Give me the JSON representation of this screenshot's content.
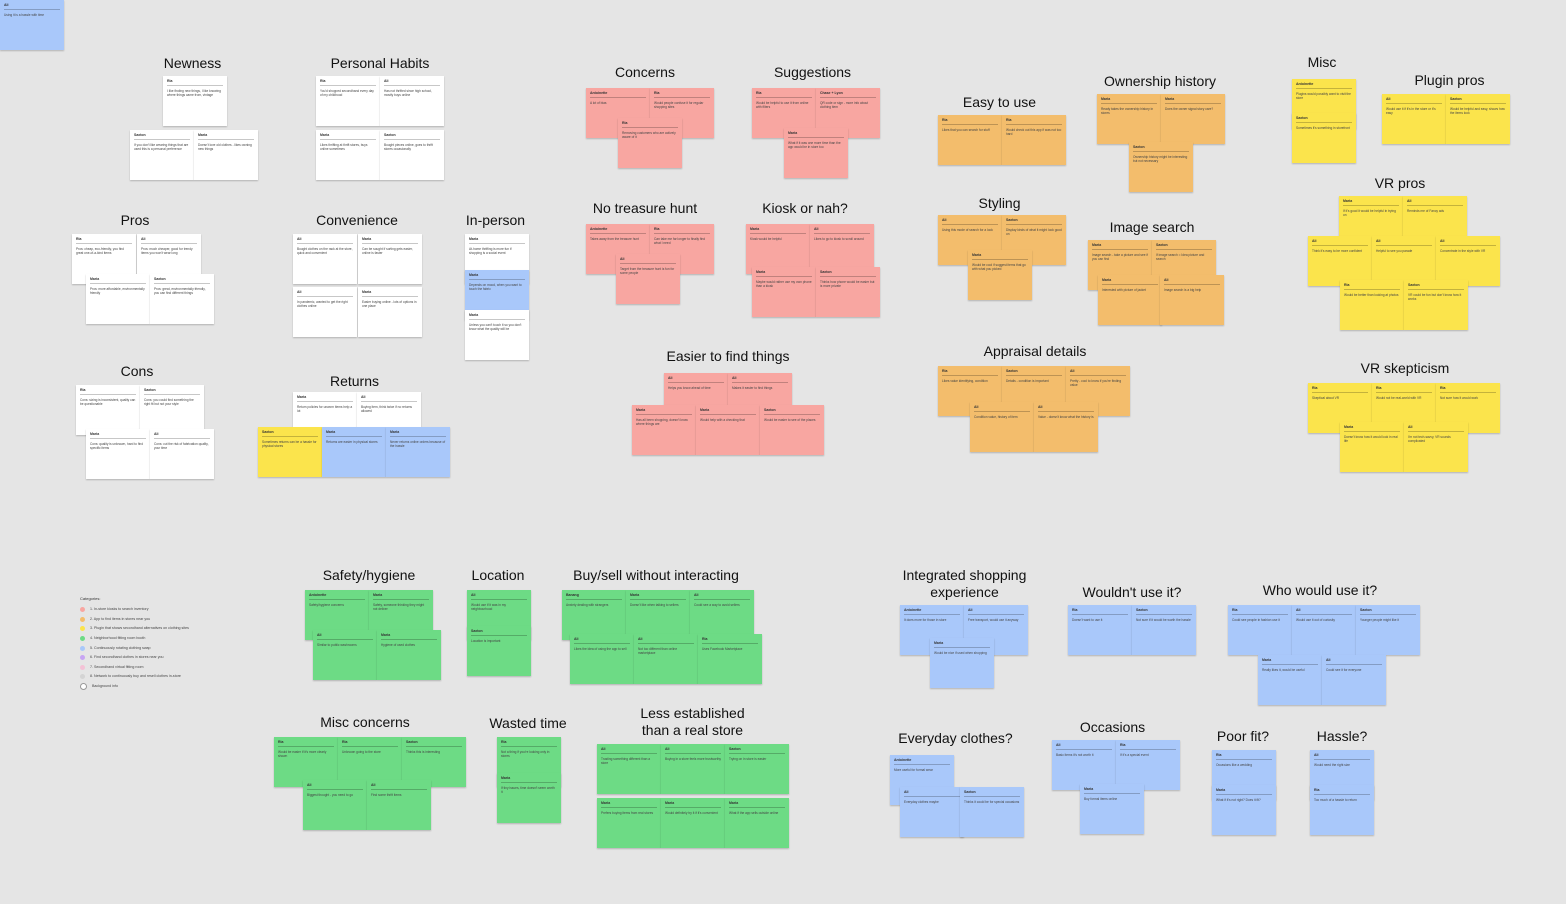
{
  "colors": {
    "canvas": "#e5e5e5",
    "white": "#ffffff",
    "red": "#f8a6a1",
    "orange": "#f3bd6c",
    "yellow": "#fbe44c",
    "green": "#6ddb85",
    "blue": "#a9c8fa"
  },
  "headings": {
    "newness": "Newness",
    "personal_habits": "Personal Habits",
    "concerns": "Concerns",
    "suggestions": "Suggestions",
    "easy_to_use": "Easy to use",
    "ownership_history": "Ownership history",
    "misc": "Misc",
    "plugin_pros": "Plugin pros",
    "pros": "Pros",
    "convenience": "Convenience",
    "in_person": "In-person",
    "no_treasure_hunt": "No treasure hunt",
    "kiosk": "Kiosk or nah?",
    "styling": "Styling",
    "image_search": "Image search",
    "vr_pros": "VR pros",
    "easier_to_find": "Easier to find things",
    "appraisal_details": "Appraisal details",
    "cons": "Cons",
    "returns": "Returns",
    "vr_skepticism": "VR skepticism",
    "safety_hygiene": "Safety/hygiene",
    "location": "Location",
    "buy_sell": "Buy/sell without interacting",
    "integrated_shopping_1": "Integrated shopping",
    "integrated_shopping_2": "experience",
    "wouldnt_use": "Wouldn't use it?",
    "who_would_use": "Who would use it?",
    "misc_concerns": "Misc concerns",
    "wasted_time": "Wasted time",
    "less_established_1": "Less established",
    "less_established_2": "than a real store",
    "everyday_clothes": "Everyday clothes?",
    "occasions": "Occasions",
    "poor_fit": "Poor fit?",
    "hassle": "Hassle?"
  },
  "notes": [
    {
      "color": "white",
      "author": "Ria",
      "body": "I like finding new things, I like knowing where things came from, vintage"
    },
    {
      "color": "white",
      "author": "Saxton",
      "body": "If you don't like wearing things that are used this is a personal preference"
    },
    {
      "color": "white",
      "author": "Maria",
      "body": "Doesn't love old clothes - likes owning new things"
    },
    {
      "color": "white",
      "author": "Ria",
      "body": "You'd shopped secondhand every day of my childhood"
    },
    {
      "color": "white",
      "author": "Ali",
      "body": "Has not thrifted since high school, mostly buys online"
    },
    {
      "color": "white",
      "author": "Maria",
      "body": "Likes thrifting at thrift stores, buys online sometimes"
    },
    {
      "color": "white",
      "author": "Saxton",
      "body": "Bought pieces online, goes to thrift stores occasionally"
    },
    {
      "color": "white",
      "author": "Ria",
      "body": "Pros: cheap, eco-friendly, you find great one-of-a-kind items"
    },
    {
      "color": "white",
      "author": "Ali",
      "body": "Pros: much cheaper, good for trendy items you won't wear long"
    },
    {
      "color": "white",
      "author": "Maria",
      "body": "Pros: more affordable, environmentally friendly"
    },
    {
      "color": "white",
      "author": "Saxton",
      "body": "Pros: great, environmentally friendly, you can find different things"
    },
    {
      "color": "white",
      "author": "Ali",
      "body": "Bought clothes on the rack at the store, quick and convenient"
    },
    {
      "color": "white",
      "author": "Maria",
      "body": "Can be sought if sorting gets easier, online is faster"
    },
    {
      "color": "white",
      "author": "Ali",
      "body": "In pandemic, wanted to get the right clothes online"
    },
    {
      "color": "white",
      "author": "Maria",
      "body": "Easier buying online - lots of options in one place"
    },
    {
      "color": "white",
      "author": "Maria",
      "body": "At-home thrifting is more fun if shopping is a social event"
    },
    {
      "color": "blue",
      "author": "Maria",
      "body": "Depends on mood, when you want to touch the fabric"
    },
    {
      "color": "white",
      "author": "Maria",
      "body": "Unless you can't touch it so you don't know what the quality will be"
    },
    {
      "color": "white",
      "author": "Ria",
      "body": "Cons: sizing is inconsistent, quality can be questionable"
    },
    {
      "color": "white",
      "author": "Saxton",
      "body": "Cons: you could find something the right fit but not your style"
    },
    {
      "color": "white",
      "author": "Maria",
      "body": "Cons: quality is unknown, hard to find specific items"
    },
    {
      "color": "white",
      "author": "Ali",
      "body": "Cons: cut the risk of fabrication quality, your time"
    },
    {
      "color": "white",
      "author": "Maria",
      "body": "Return policies for unworn items help a lot"
    },
    {
      "color": "white",
      "author": "Ali",
      "body": "Buying item, think twice if no returns allowed"
    },
    {
      "color": "yellow",
      "author": "Saxton",
      "body": "Sometimes returns can be a hassle for physical stores"
    },
    {
      "color": "blue",
      "author": "Maria",
      "body": "Returns are easier in physical stores"
    },
    {
      "color": "blue",
      "author": "Maria",
      "body": "Never returns online orders because of the hassle"
    },
    {
      "color": "red",
      "author": "Antoinette",
      "body": "A lot of bias"
    },
    {
      "color": "red",
      "author": "Ria",
      "body": "Would people confuse it for regular shopping sites"
    },
    {
      "color": "red",
      "author": "Ria",
      "body": "Removing customers who are actively aware of it"
    },
    {
      "color": "red",
      "author": "Ria",
      "body": "Would be helpful to use it from online with filters"
    },
    {
      "color": "red",
      "author": "Chase + Lyon",
      "body": "QR code or sign - more info about clothing item"
    },
    {
      "color": "red",
      "author": "Maria",
      "body": "What if it was one more time than the app would be in store too"
    },
    {
      "color": "red",
      "author": "Antoinette",
      "body": "Takes away from the treasure hunt"
    },
    {
      "color": "red",
      "author": "Ria",
      "body": "Can take me far longer to finally find what I need"
    },
    {
      "color": "red",
      "author": "Ali",
      "body": "Target from the treasure hunt is fun for some people"
    },
    {
      "color": "red",
      "author": "Maria",
      "body": "Kiosk would be helpful"
    },
    {
      "color": "red",
      "author": "Ali",
      "body": "Likes to go to kiosk to scroll around"
    },
    {
      "color": "red",
      "author": "Maria",
      "body": "Maybe would rather use my own phone than a kiosk"
    },
    {
      "color": "red",
      "author": "Saxton",
      "body": "Thinks how phone would be easier but is more private"
    },
    {
      "color": "orange",
      "author": "Ria",
      "body": "Likes that you can search for stuff"
    },
    {
      "color": "orange",
      "author": "Ria",
      "body": "Would check out this app if was not too hard"
    },
    {
      "color": "orange",
      "author": "Ali",
      "body": "Using this mode of search for a look"
    },
    {
      "color": "orange",
      "author": "Saxton",
      "body": "Display kinds of what it might look good on"
    },
    {
      "color": "orange",
      "author": "Maria",
      "body": "Would be cool if suggest items that go with what you picked"
    },
    {
      "color": "orange",
      "author": "Maria",
      "body": "Ready takes the ownership history in stores"
    },
    {
      "color": "orange",
      "author": "Maria",
      "body": "Does the owner signal story care?"
    },
    {
      "color": "orange",
      "author": "Saxton",
      "body": "Ownership history might be interesting but not necessary"
    },
    {
      "color": "orange",
      "author": "Maria",
      "body": "Image search - take a picture and see if you can find"
    },
    {
      "color": "orange",
      "author": "Saxton",
      "body": "If image search = Idea picture and search"
    },
    {
      "color": "orange",
      "author": "Maria",
      "body": "Interested with picture of jacket"
    },
    {
      "color": "orange",
      "author": "Ali",
      "body": "Image search is a big help"
    },
    {
      "color": "orange",
      "author": "Ria",
      "body": "Likes value identifying, condition"
    },
    {
      "color": "orange",
      "author": "Saxton",
      "body": "Details - condition is important"
    },
    {
      "color": "orange",
      "author": "Ali",
      "body": "Pretty - cool to know if you're finding value"
    },
    {
      "color": "orange",
      "author": "Ali",
      "body": "Condition value, history of item"
    },
    {
      "color": "orange",
      "author": "Ali",
      "body": "Value - doesn't know what the history is"
    },
    {
      "color": "red",
      "author": "Ali",
      "body": "Helps you know ahead of time"
    },
    {
      "color": "red",
      "author": "Ali",
      "body": "Makes it easier to find things"
    },
    {
      "color": "red",
      "author": "Maria",
      "body": "Has all been shopping, doesn't know where things are"
    },
    {
      "color": "red",
      "author": "Maria",
      "body": "Would help with a checking that"
    },
    {
      "color": "red",
      "author": "Saxton",
      "body": "Would be easier to see of the places"
    },
    {
      "color": "yellow",
      "author": "Antoinette",
      "body": "Plugins would possibly want to visit the store"
    },
    {
      "color": "yellow",
      "author": "Saxton",
      "body": "Sometimes it's something in storefront"
    },
    {
      "color": "yellow",
      "author": "Ali",
      "body": "Would use it if it's in the store or it's easy"
    },
    {
      "color": "yellow",
      "author": "Saxton",
      "body": "Would be helpful and easy, shows how the items look"
    },
    {
      "color": "yellow",
      "author": "Maria",
      "body": "If it's good it would be helpful in trying on"
    },
    {
      "color": "yellow",
      "author": "Ali",
      "body": "Reminds me of Fancy ads"
    },
    {
      "color": "yellow",
      "author": "Ali",
      "body": "Think it's easy to be more confident"
    },
    {
      "color": "yellow",
      "author": "Ali",
      "body": "Helpful to see you parade"
    },
    {
      "color": "yellow",
      "author": "Ali",
      "body": "Concentrate in the style with VR"
    },
    {
      "color": "yellow",
      "author": "Ria",
      "body": "Would be better than looking at photos"
    },
    {
      "color": "yellow",
      "author": "Saxton",
      "body": "VR could be fun but don't know how it works"
    },
    {
      "color": "yellow",
      "author": "Ria",
      "body": "Skeptical about VR"
    },
    {
      "color": "yellow",
      "author": "Ria",
      "body": "Would not be real-world with VR"
    },
    {
      "color": "yellow",
      "author": "Ria",
      "body": "Not sure how it would work"
    },
    {
      "color": "yellow",
      "author": "Maria",
      "body": "Doesn't know how it would look in real life"
    },
    {
      "color": "yellow",
      "author": "Ali",
      "body": "I'm not tech-savvy, VR sounds complicated"
    },
    {
      "color": "green",
      "author": "Antoinette",
      "body": "Safety/hygiene concerns"
    },
    {
      "color": "green",
      "author": "Maria",
      "body": "Safety, someone thinking they might not deliver"
    },
    {
      "color": "green",
      "author": "Ali",
      "body": "Similar to public washrooms"
    },
    {
      "color": "green",
      "author": "Maria",
      "body": "Hygiene of used clothes"
    },
    {
      "color": "green",
      "author": "Ali",
      "body": "Would use if it was in my neighbourhood"
    },
    {
      "color": "green",
      "author": "Saxton",
      "body": "Location is important"
    },
    {
      "color": "green",
      "author": "Banang",
      "body": "Anxiety dealing with strangers"
    },
    {
      "color": "green",
      "author": "Maria",
      "body": "Doesn't like when talking to sellers"
    },
    {
      "color": "green",
      "author": "Ali",
      "body": "Could see a way to avoid sellers"
    },
    {
      "color": "green",
      "author": "Ali",
      "body": "Likes the idea of using the app to sell"
    },
    {
      "color": "green",
      "author": "Ali",
      "body": "Not too different than online marketplace"
    },
    {
      "color": "green",
      "author": "Ria",
      "body": "Uses Facebook Marketplace"
    },
    {
      "color": "green",
      "author": "Ria",
      "body": "Would be easier if it's more clearly shown"
    },
    {
      "color": "green",
      "author": "Ria",
      "body": "Unknown going to the store"
    },
    {
      "color": "green",
      "author": "Saxton",
      "body": "Thinks this is interesting"
    },
    {
      "color": "green",
      "author": "Ali",
      "body": "Biggest thought - you need to go"
    },
    {
      "color": "green",
      "author": "Ali",
      "body": "Find some thrift items"
    },
    {
      "color": "green",
      "author": "Ria",
      "body": "Not a thing if you're looking only in stores"
    },
    {
      "color": "green",
      "author": "Maria",
      "body": "If tiny issues, time doesn't seem worth it"
    },
    {
      "color": "green",
      "author": "Ali",
      "body": "Trusting something different than a store"
    },
    {
      "color": "green",
      "author": "Ali",
      "body": "Buying in a store feels more trustworthy"
    },
    {
      "color": "green",
      "author": "Saxton",
      "body": "Trying on in store is easier"
    },
    {
      "color": "green",
      "author": "Maria",
      "body": "Prefers buying items from real stores"
    },
    {
      "color": "green",
      "author": "Maria",
      "body": "Would definitely try it if it's convenient"
    },
    {
      "color": "green",
      "author": "Maria",
      "body": "What if the app sells outside online"
    },
    {
      "color": "blue",
      "author": "Antoinette",
      "body": "It does more for those in store"
    },
    {
      "color": "blue",
      "author": "Ali",
      "body": "Free transport, would use it anyway"
    },
    {
      "color": "blue",
      "author": "Maria",
      "body": "Would be nice if used when shopping"
    },
    {
      "color": "blue",
      "author": "Ria",
      "body": "Doesn't want to use it"
    },
    {
      "color": "blue",
      "author": "Saxton",
      "body": "Not sure if it would be worth the hassle"
    },
    {
      "color": "blue",
      "author": "Ria",
      "body": "Could see people in fashion use it"
    },
    {
      "color": "blue",
      "author": "Ali",
      "body": "Would use it out of curiosity"
    },
    {
      "color": "blue",
      "author": "Saxton",
      "body": "Younger people might like it"
    },
    {
      "color": "blue",
      "author": "Maria",
      "body": "Really likes it, would be useful"
    },
    {
      "color": "blue",
      "author": "Ali",
      "body": "Could see it for everyone"
    },
    {
      "color": "blue",
      "author": "Antoinette",
      "body": "More useful for formal wear"
    },
    {
      "color": "blue",
      "author": "Ali",
      "body": "Everyday clothes maybe"
    },
    {
      "color": "blue",
      "author": "Saxton",
      "body": "Thinks it could be for special occasions"
    },
    {
      "color": "blue",
      "author": "Ali",
      "body": "Basic items it's not worth it"
    },
    {
      "color": "blue",
      "author": "Ria",
      "body": "If it's a special event"
    },
    {
      "color": "blue",
      "author": "Maria",
      "body": "Buy formal items online"
    },
    {
      "color": "blue",
      "author": "Ria",
      "body": "Occasions like a wedding"
    },
    {
      "color": "blue",
      "author": "Maria",
      "body": "What if it's not right? Does it fit?"
    },
    {
      "color": "blue",
      "author": "Ali",
      "body": "Would need the right size"
    },
    {
      "color": "blue",
      "author": "Ria",
      "body": "Too much of a hassle to return"
    },
    {
      "color": "blue",
      "author": "Ali",
      "body": "Using it is a hassle with time"
    }
  ],
  "legend": {
    "title": "Categories:",
    "items": [
      {
        "color": "red",
        "label": "1. In-store kiosks to search inventory"
      },
      {
        "color": "orange",
        "label": "2. App to find items in stores near you"
      },
      {
        "color": "yellow",
        "label": "3. Plugin that shows secondhand alternatives on clothing sites"
      },
      {
        "color": "green",
        "label": "4. Neighborhood fitting room booth"
      },
      {
        "color": "blue",
        "label": "5. Continuously rotating clothing swap"
      },
      {
        "color": "violet",
        "label": "6. Find secondhand clothes in stores near you"
      },
      {
        "color": "pink",
        "label": "7. Secondhand virtual fitting room"
      },
      {
        "color": "grey",
        "label": "8. Network to continuously buy and resell clothes in-store"
      },
      {
        "color": "white",
        "label": "Background info"
      }
    ]
  },
  "legend_colors": {
    "red": "#f8a6a1",
    "orange": "#f3bd6c",
    "yellow": "#fbe44c",
    "green": "#6ddb85",
    "blue": "#a9c8fa",
    "violet": "#c7a5f3",
    "pink": "#f4c2d6",
    "grey": "#d4d4d4",
    "white": "#ffffff"
  }
}
